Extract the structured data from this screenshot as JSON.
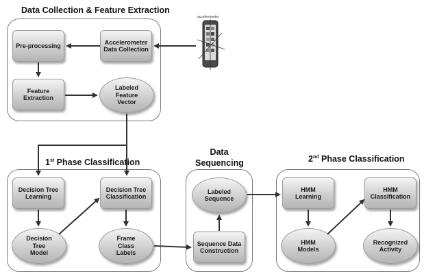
{
  "titles": {
    "data_collection": "Data Collection & Feature Extraction",
    "phase1_prefix": "1",
    "phase1_sup": "st",
    "phase1_suffix": " Phase Classification",
    "sequencing": "Data\nSequencing",
    "phase2_prefix": "2",
    "phase2_sup": "nd",
    "phase2_suffix": " Phase Classification"
  },
  "nodes": {
    "preprocessing": "Pre-processing",
    "accel_collection": "Accelerometer\nData Collection",
    "feature_extraction": "Feature\nExtraction",
    "labeled_feature_vector": "Labeled\nFeature\nVector",
    "dt_learning": "Decision Tree\nLearning",
    "dt_classification": "Decision Tree\nClassification",
    "dt_model": "Decision\nTree\nModel",
    "frame_class_labels": "Frame\nClass\nLabels",
    "labeled_sequence": "Labeled\nSequence",
    "sequence_construction": "Sequence Data\nConstruction",
    "hmm_learning": "HMM\nLearning",
    "hmm_classification": "HMM\nClassification",
    "hmm_models": "HMM\nModels",
    "recognized_activity": "Recognized\nActivity"
  },
  "device": {
    "label": "accelerometer",
    "icon": "smartphone-accelerometer-icon"
  },
  "colors": {
    "node_light": "#f4f4f4",
    "node_dark": "#b4b4b4",
    "panel_border": "#7a7a7a",
    "arrow": "#333333"
  }
}
